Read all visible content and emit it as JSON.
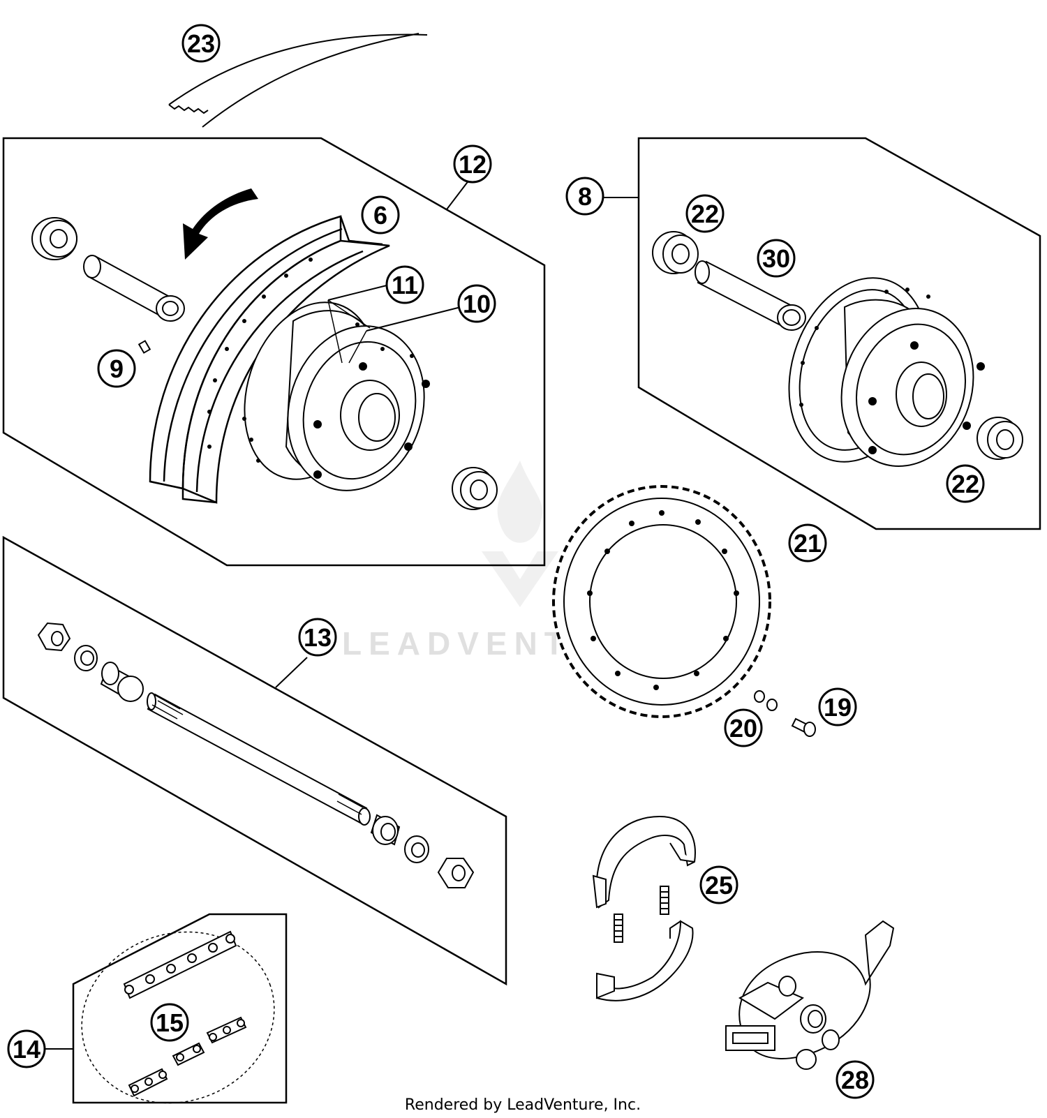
{
  "watermark": {
    "brand": "LEADVENTURE"
  },
  "footer": {
    "credit": "Rendered by LeadVenture, Inc."
  },
  "callouts": [
    {
      "id": "c23",
      "label": "23"
    },
    {
      "id": "c12",
      "label": "12"
    },
    {
      "id": "c6",
      "label": "6"
    },
    {
      "id": "c11",
      "label": "11"
    },
    {
      "id": "c10",
      "label": "10"
    },
    {
      "id": "c9",
      "label": "9"
    },
    {
      "id": "c8",
      "label": "8"
    },
    {
      "id": "c22a",
      "label": "22"
    },
    {
      "id": "c30",
      "label": "30"
    },
    {
      "id": "c22b",
      "label": "22"
    },
    {
      "id": "c21",
      "label": "21"
    },
    {
      "id": "c13",
      "label": "13"
    },
    {
      "id": "c20",
      "label": "20"
    },
    {
      "id": "c19",
      "label": "19"
    },
    {
      "id": "c25",
      "label": "25"
    },
    {
      "id": "c14",
      "label": "14"
    },
    {
      "id": "c15",
      "label": "15"
    },
    {
      "id": "c28",
      "label": "28"
    }
  ]
}
